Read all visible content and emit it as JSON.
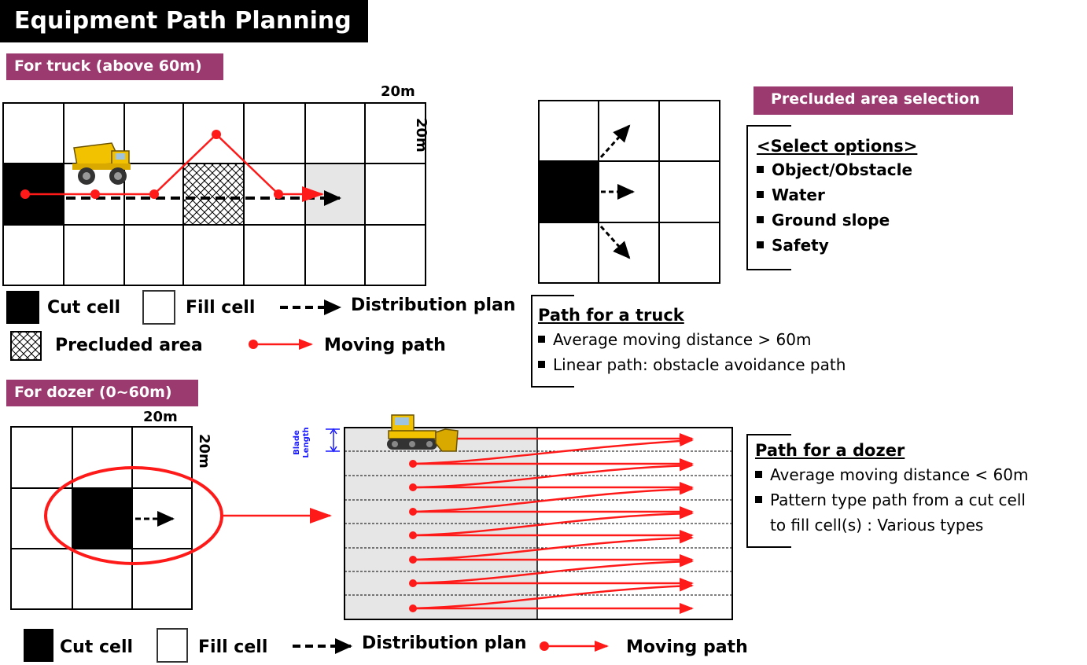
{
  "title": "Equipment Path Planning",
  "truck_section": {
    "label": "For truck (above 60m)",
    "dim_width": "20m",
    "dim_height": "20m"
  },
  "truck_legend": {
    "cut_cell": "Cut cell",
    "fill_cell": "Fill cell",
    "distribution_plan": "Distribution plan",
    "precluded_area": "Precluded area",
    "moving_path": "Moving path"
  },
  "precluded": {
    "label": "Precluded area selection",
    "options_title": "<Select options>",
    "options": [
      "Object/Obstacle",
      "Water",
      "Ground slope",
      "Safety"
    ]
  },
  "truck_path": {
    "title": "Path for a truck",
    "items": [
      "Average moving distance > 60m",
      "Linear path: obstacle avoidance path"
    ]
  },
  "dozer_section": {
    "label": "For dozer (0~60m)",
    "dim_width": "20m",
    "dim_height": "20m",
    "blade_label_1": "Blade",
    "blade_label_2": "Length"
  },
  "dozer_path": {
    "title": "Path for a dozer",
    "items": [
      "Average moving distance < 60m",
      "Pattern type path from a cut cell",
      "to fill cell(s) : Various types"
    ]
  },
  "dozer_legend": {
    "cut_cell": "Cut cell",
    "fill_cell": "Fill cell",
    "distribution_plan": "Distribution plan",
    "moving_path": "Moving path"
  },
  "colors": {
    "tag": "#9b3a6e",
    "path": "#ff1a1a",
    "cut": "#000000",
    "fill_highlight": "#e6e6e6"
  },
  "icons": [
    "dump-truck-icon",
    "bulldozer-icon"
  ]
}
